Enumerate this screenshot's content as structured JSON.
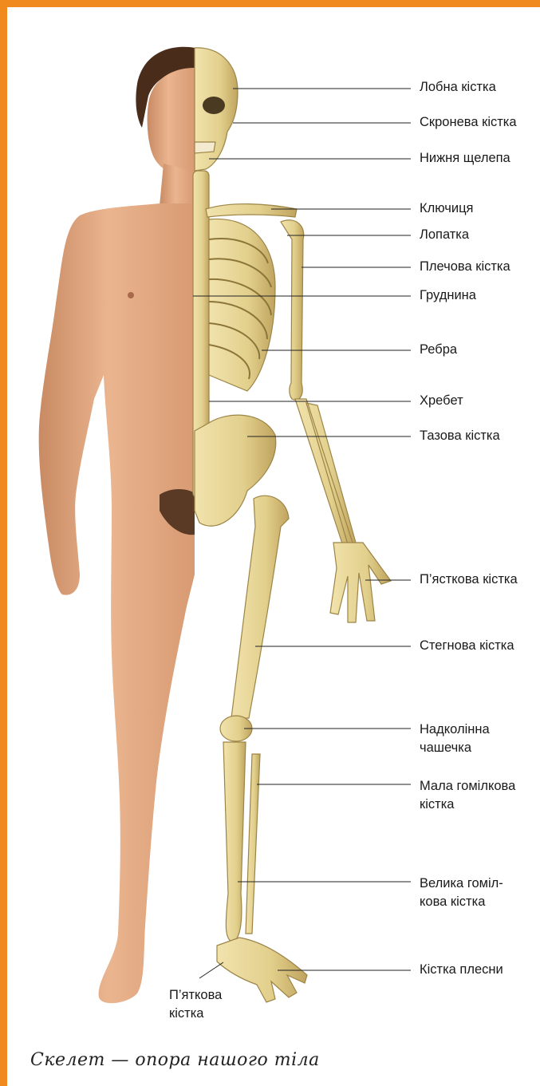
{
  "labels": {
    "frontal_bone": "Лобна кістка",
    "temporal_bone": "Скронева кістка",
    "mandible": "Нижня щелепа",
    "clavicle": "Ключиця",
    "scapula": "Лопатка",
    "humerus": "Плечова кістка",
    "sternum": "Груднина",
    "ribs": "Ребра",
    "spine": "Хребет",
    "pelvis": "Тазова кістка",
    "metacarpal": "П’ясткова кістка",
    "femur": "Стегнова кістка",
    "patella_l1": "Надколінна",
    "patella_l2": "чашечка",
    "fibula_l1": "Мала гомілкова",
    "fibula_l2": "кістка",
    "tibia_l1": "Велика гоміл-",
    "tibia_l2": "кова кістка",
    "metatarsal": "Кістка плесни",
    "calcaneus_l1": "П’яткова",
    "calcaneus_l2": "кістка"
  },
  "caption": "Скелет — опора нашого тіла",
  "colors": {
    "frame": "#f08a1e",
    "skin": "#e6ad86",
    "bone": "#e8d69a",
    "bone_shadow": "#b89f58",
    "hair": "#4a2c1a"
  }
}
